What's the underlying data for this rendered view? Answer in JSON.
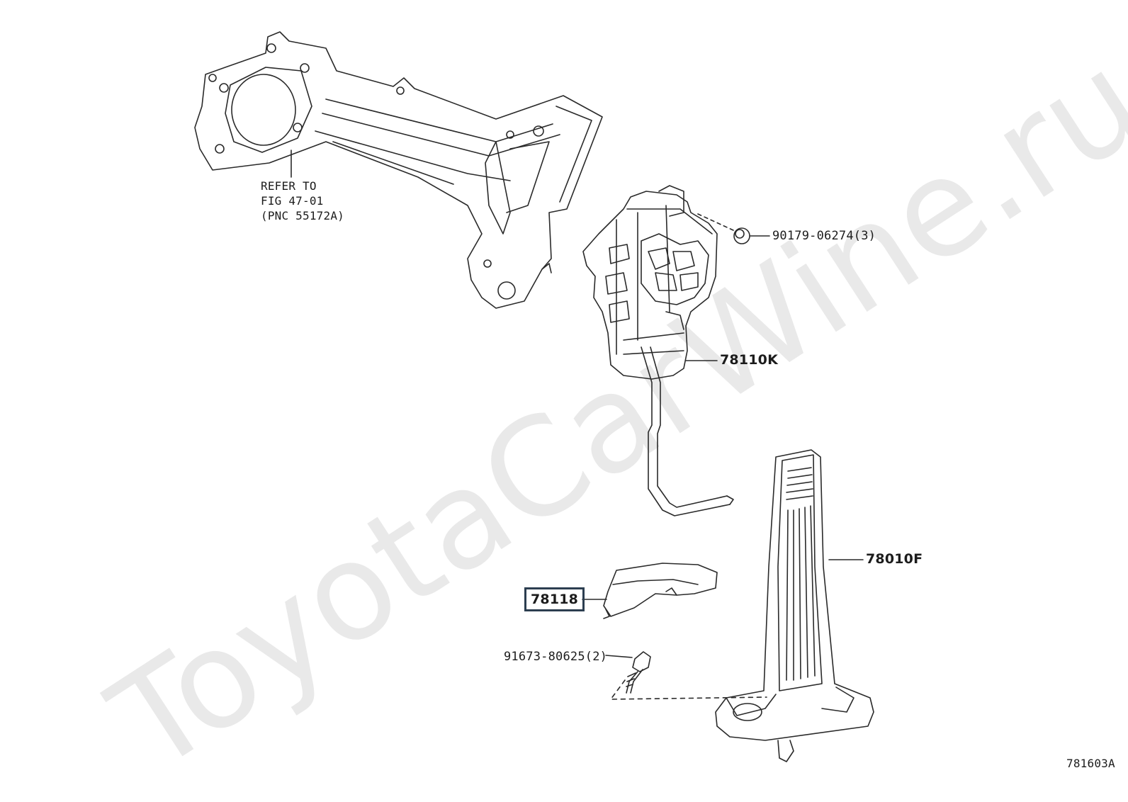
{
  "watermark": "ToyotaCarWine.ru",
  "refer_note": {
    "line1": "REFER TO",
    "line2": "FIG 47-01",
    "line3": "(PNC 55172A)"
  },
  "labels": {
    "nut": "90179-06274(3)",
    "pedal_arm": "78110K",
    "pedal_pad": "78010F",
    "cover": "78118",
    "bolt": "91673-80625(2)"
  },
  "figure_number": "781603A",
  "colors": {
    "line": "#2a2a2a",
    "highlight_box": "#2c3e50",
    "watermark": "#e9e9e9"
  }
}
